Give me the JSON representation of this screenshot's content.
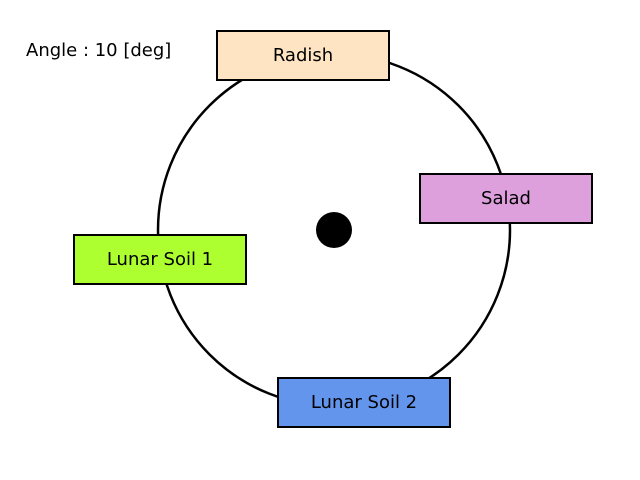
{
  "angle_readout": "Angle : 10 [deg]",
  "rotation_angle_deg": 10,
  "colors": {
    "ring": "#000000",
    "hub": "#000000",
    "background": "#ffffff"
  },
  "trays": [
    {
      "label": "Radish",
      "color": "#ffe4c4"
    },
    {
      "label": "Salad",
      "color": "#dda0dd"
    },
    {
      "label": "Lunar Soil 1",
      "color": "#adff2f"
    },
    {
      "label": "Lunar Soil 2",
      "color": "#6495ed"
    }
  ]
}
